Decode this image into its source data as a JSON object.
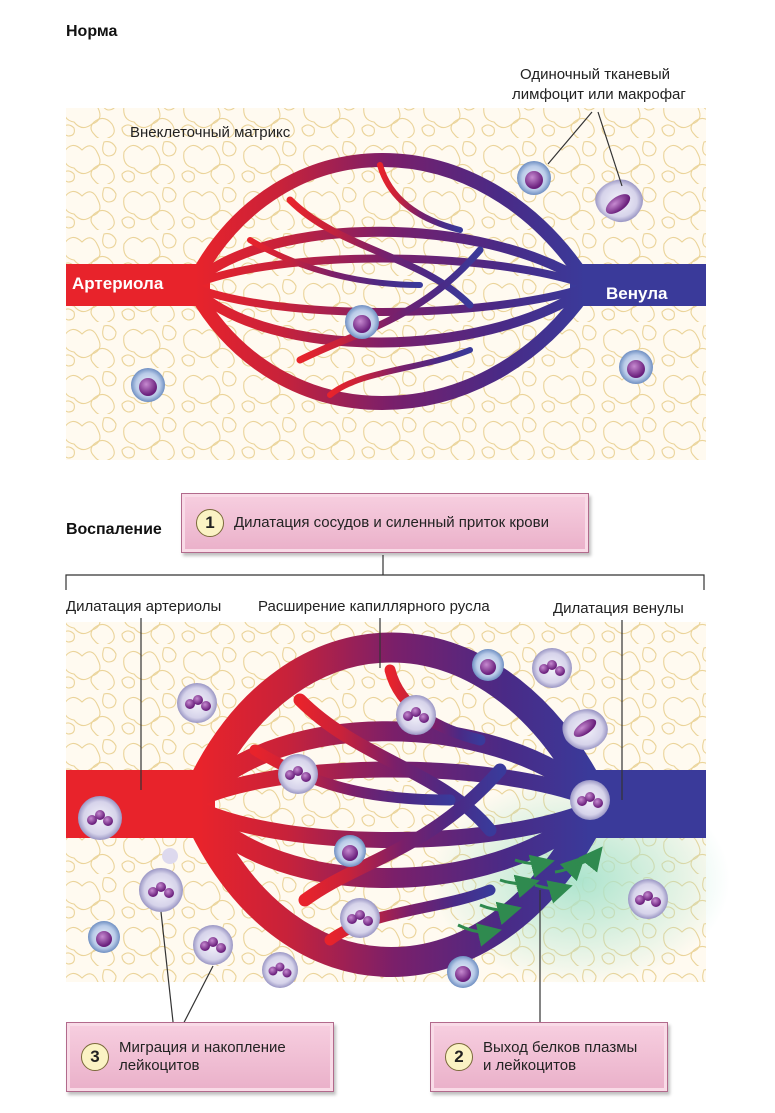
{
  "section_normal": {
    "title": "Норма"
  },
  "normal_labels": {
    "matrix": "Внеклеточный матрикс",
    "single_cell_line1": "Одиночный тканевый",
    "single_cell_line2": "лимфоцит или макрофаг",
    "arteriole": "Артериола",
    "venule": "Венула"
  },
  "section_inflammation": {
    "title": "Воспаление"
  },
  "step1": {
    "number": "1",
    "text": "Дилатация сосудов и силенный приток крови"
  },
  "inflammation_labels": {
    "arteriole_dilation": "Дилатация артериолы",
    "capillary_expansion": "Расширение капиллярного русла",
    "venule_dilation": "Дилатация венулы"
  },
  "step3": {
    "number": "3",
    "line1": "Миграция и накопление",
    "line2": "лейкоцитов"
  },
  "step2": {
    "number": "2",
    "line1": "Выход белков плазмы",
    "line2": "и лейкоцитов"
  },
  "colors": {
    "artery": "#e8232b",
    "vein": "#3a3a9a",
    "capillary_mid": "#7a1f6a",
    "cell_blue": "#9bb6dd",
    "cell_purple": "#7a2a88",
    "matrix_line": "#e8cf8a",
    "exudate": "#a9e3cc",
    "arrow": "#2f8a4f"
  }
}
